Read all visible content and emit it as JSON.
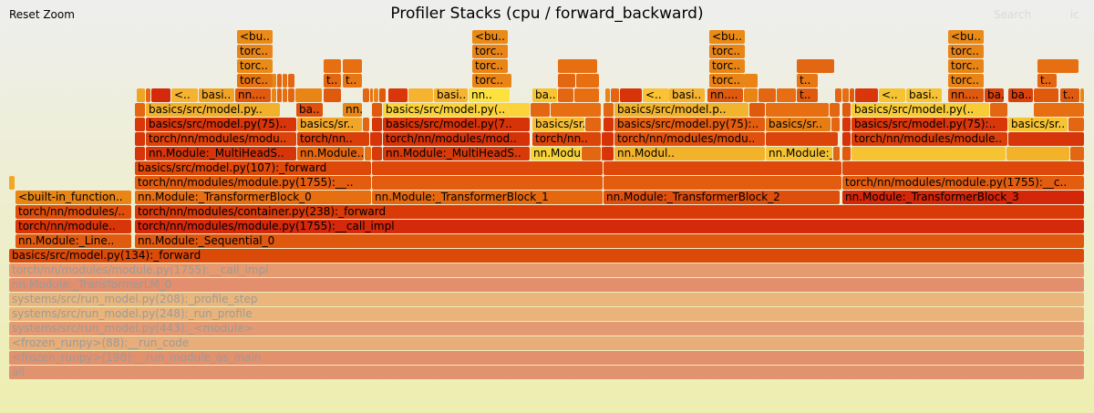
{
  "header": {
    "title": "Profiler Stacks (cpu / forward_backward)",
    "reset_zoom": "Reset Zoom",
    "search": "Search",
    "ic": "ic"
  },
  "frames": [
    {
      "label": "all",
      "dim": true,
      "color": "#e0936e"
    },
    {
      "label": "<frozen_runpy>(198):__run_module_as_main",
      "dim": true,
      "color": "#e3906d"
    },
    {
      "label": "<frozen_runpy>(88):__run_code",
      "dim": true,
      "color": "#e8ad78"
    },
    {
      "label": "systems/src/run_model.py(443):_<module>",
      "dim": true,
      "color": "#e39a72"
    },
    {
      "label": "systems/src/run_model.py(248):_run_profile",
      "dim": true,
      "color": "#e9b37a"
    },
    {
      "label": "systems/src/run_model.py(208):_profile_step",
      "dim": true,
      "color": "#ebb67b"
    },
    {
      "label": "nn.Module:_TransformerLM_0",
      "dim": true,
      "color": "#e38e6c"
    },
    {
      "label": "torch/nn/modules/module.py(1755):__call_impl",
      "dim": true,
      "color": "#e59a70"
    },
    {
      "label": "basics/src/model.py(134):_forward",
      "color": "#dc4a0a"
    },
    {
      "label": "nn.Module:_Line..",
      "color": "#e05a0f"
    },
    {
      "label": "nn.Module:_Sequential_0",
      "color": "#e0570e"
    },
    {
      "label": "torch/nn/module..",
      "color": "#d83508"
    },
    {
      "label": "torch/nn/modules/module.py(1755):__call_impl",
      "color": "#d4290b"
    },
    {
      "label": "torch/nn/modules/..",
      "color": "#df4f0c"
    },
    {
      "label": "torch/nn/modules/container.py(238):_forward",
      "color": "#d93a08"
    },
    {
      "label": "<built-in_function..",
      "color": "#e98515"
    },
    {
      "label": "nn.Module:_TransformerBlock_0",
      "color": "#e86e12"
    },
    {
      "label": "nn.Module:_TransformerBlock_1",
      "color": "#e5680f"
    },
    {
      "label": "nn.Module:_TransformerBlock_2",
      "color": "#de4e0c"
    },
    {
      "label": "nn.Module:_TransformerBlock_3",
      "color": "#d42608"
    },
    {
      "label": "torch/nn/modules/module.py(1755):__c..",
      "color": "#e35d10"
    },
    {
      "label": "torch/nn/modules/module.py(1755):__..",
      "color": "#e35d10"
    },
    {
      "label": "basics/src/model.py(107):_forward",
      "color": "#de480b"
    },
    {
      "label": "nn.Module:_MultiHeadS..",
      "color": "#d73509"
    },
    {
      "label": "nn.Module..",
      "color": "#e5660f"
    },
    {
      "label": "nn.Module:_MultiHeadS..",
      "color": "#d93a0a"
    },
    {
      "label": "nn.Module:_MultiHeadS..",
      "color": "#fad338"
    },
    {
      "label": "nn.Modul..",
      "color": "#f2b22a"
    },
    {
      "label": "nn.Module:_MultiHeadSe..",
      "color": "#f6c332"
    },
    {
      "label": "torch/nn/modules/modu..",
      "color": "#dc4209"
    },
    {
      "label": "torch/nn..",
      "color": "#d93f09"
    },
    {
      "label": "torch/nn/modules/mod..",
      "color": "#d63208"
    },
    {
      "label": "torch/nn..",
      "color": "#dc4509"
    },
    {
      "label": "torch/nn/modules/modu..",
      "color": "#e1500d"
    },
    {
      "label": "torch/nn/modules/module..",
      "color": "#db3f09"
    },
    {
      "label": "basics/src/model.py(75)..",
      "color": "#d7350a"
    },
    {
      "label": "basics/sr..",
      "color": "#f1a529"
    },
    {
      "label": "basics/src/model.py(7..",
      "color": "#d73309"
    },
    {
      "label": "basics/sr..",
      "color": "#f6bd33"
    },
    {
      "label": "basics/src/model.py(75):..",
      "color": "#e35d10"
    },
    {
      "label": "basics/sr..",
      "color": "#e67d13"
    },
    {
      "label": "basics/src/model.py(75):..",
      "color": "#d9360a"
    },
    {
      "label": "basics/sr..",
      "color": "#f6c332"
    },
    {
      "label": "basics/src/model.py..",
      "color": "#f2b12d"
    },
    {
      "label": "basics/src/model.py(..",
      "color": "#fbd33a"
    },
    {
      "label": "basics/src/model.p..",
      "color": "#f2b32d"
    },
    {
      "label": "basics/src/model.py(..",
      "color": "#f8cc36"
    },
    {
      "label": "ba..",
      "color": "#df500d"
    },
    {
      "label": "nn..",
      "color": "#e98515"
    },
    {
      "label": "<..",
      "color": "#f5b331"
    },
    {
      "label": "basi..",
      "color": "#f0a426"
    },
    {
      "label": "nn....",
      "color": "#e25a0e"
    },
    {
      "label": "basi..",
      "color": "#f5b331"
    },
    {
      "label": "nn..",
      "color": "#fde23e"
    },
    {
      "label": "ba..",
      "color": "#f7c433"
    },
    {
      "label": "<..",
      "color": "#fac234"
    },
    {
      "label": "basi..",
      "color": "#f5b331"
    },
    {
      "label": "nn....",
      "color": "#e05a0e"
    },
    {
      "label": "ba..",
      "color": "#db410a"
    },
    {
      "label": "t..",
      "color": "#e05a0e"
    },
    {
      "label": "<..",
      "color": "#f6c333"
    },
    {
      "label": "basi..",
      "color": "#f7c234"
    },
    {
      "label": "nn....",
      "color": "#e05a0e"
    },
    {
      "label": "ba..",
      "color": "#db410a"
    },
    {
      "label": "t..",
      "color": "#e05a0e"
    },
    {
      "label": "t..",
      "color": "#e36612"
    },
    {
      "label": "t..",
      "color": "#e77714"
    },
    {
      "label": "t..",
      "color": "#e36612"
    },
    {
      "label": "t..",
      "color": "#e77714"
    },
    {
      "label": "torc..",
      "color": "#e57513"
    },
    {
      "label": "torc..",
      "color": "#ea8a17"
    },
    {
      "label": "torc..",
      "color": "#e98516"
    },
    {
      "label": "torc..",
      "color": "#e98516"
    },
    {
      "label": "torc..",
      "color": "#e98516"
    },
    {
      "label": "torc..",
      "color": "#e98516"
    },
    {
      "label": "torc..",
      "color": "#e98516"
    },
    {
      "label": "torc..",
      "color": "#e98516"
    },
    {
      "label": "torc..",
      "color": "#e98516"
    },
    {
      "label": "torc..",
      "color": "#e98516"
    },
    {
      "label": "torc..",
      "color": "#e98516"
    },
    {
      "label": "torc..",
      "color": "#e98516"
    },
    {
      "label": "<bu..",
      "color": "#ea8a17"
    },
    {
      "label": "<bu..",
      "color": "#ea8a17"
    },
    {
      "label": "<bu..",
      "color": "#ea8a17"
    },
    {
      "label": "<bu..",
      "color": "#ea8a17"
    }
  ]
}
